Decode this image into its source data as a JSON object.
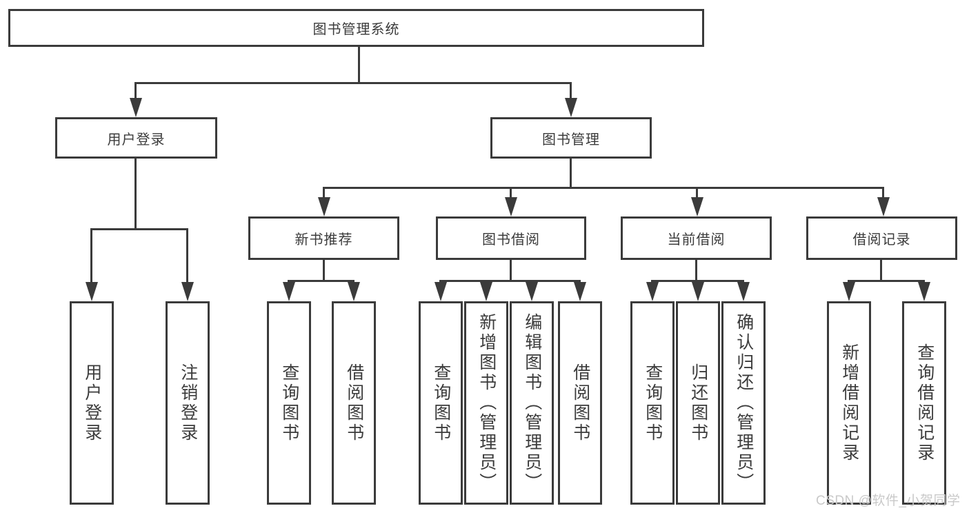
{
  "tree": {
    "label": "图书管理系统",
    "children": [
      {
        "label": "用户登录",
        "children": [
          {
            "label": "用户登录"
          },
          {
            "label": "注销登录"
          }
        ]
      },
      {
        "label": "图书管理",
        "children": [
          {
            "label": "新书推荐",
            "children": [
              {
                "label": "查询图书"
              },
              {
                "label": "借阅图书"
              }
            ]
          },
          {
            "label": "图书借阅",
            "children": [
              {
                "label": "查询图书"
              },
              {
                "label": "新增图书（管理员）"
              },
              {
                "label": "编辑图书（管理员）"
              },
              {
                "label": "借阅图书"
              }
            ]
          },
          {
            "label": "当前借阅",
            "children": [
              {
                "label": "查询图书"
              },
              {
                "label": "归还图书"
              },
              {
                "label": "确认归还（管理员）"
              }
            ]
          },
          {
            "label": "借阅记录",
            "children": [
              {
                "label": "新增借阅记录"
              },
              {
                "label": "查询借阅记录"
              }
            ]
          }
        ]
      }
    ]
  },
  "watermark": "CSDN @软件_小贺同学",
  "colors": {
    "line": "#3b3b3b",
    "text": "#3b3b3b",
    "box_background": "#ffffff",
    "watermark": "#c9c9c9"
  }
}
